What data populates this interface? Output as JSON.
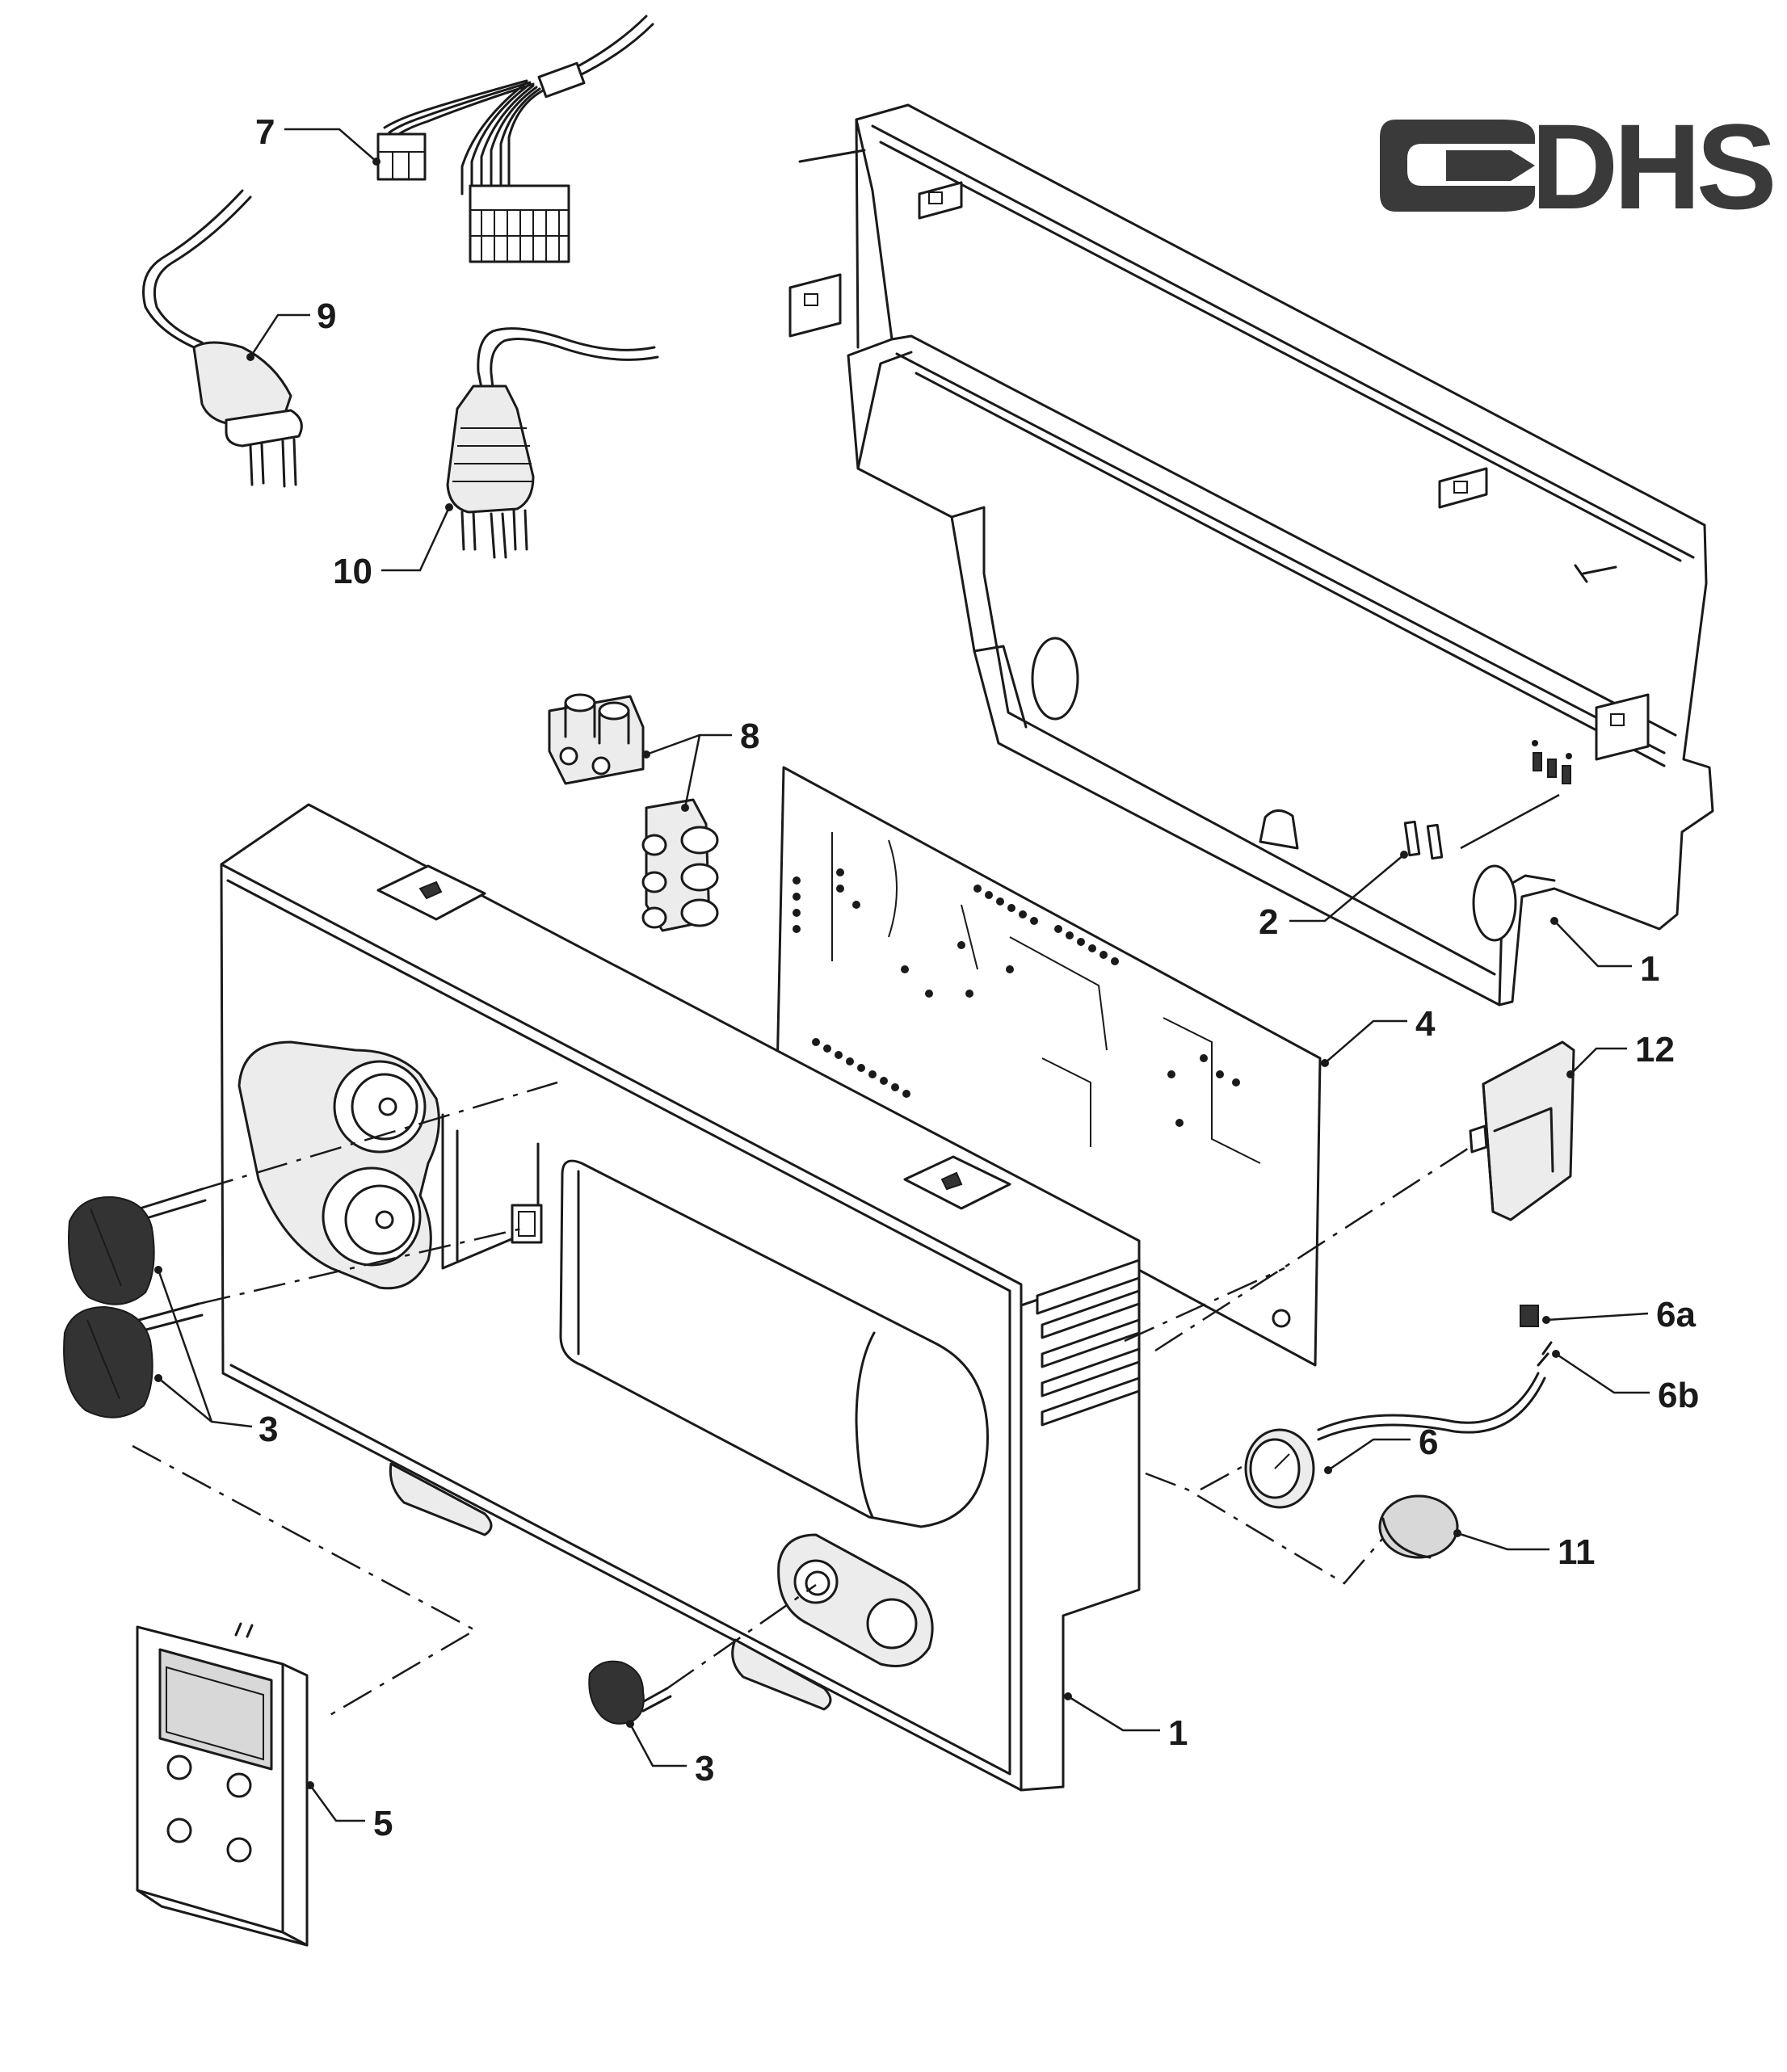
{
  "logo": {
    "text": "DHS",
    "color": "#3a3a3a"
  },
  "callouts": {
    "c1_top": "1",
    "c1_bottom": "1",
    "c2": "2",
    "c3_upper": "3",
    "c3_lower": "3",
    "c4": "4",
    "c5": "5",
    "c6": "6",
    "c6a": "6a",
    "c6b": "6b",
    "c7": "7",
    "c8": "8",
    "c9": "9",
    "c10": "10",
    "c11": "11",
    "c12": "12"
  }
}
